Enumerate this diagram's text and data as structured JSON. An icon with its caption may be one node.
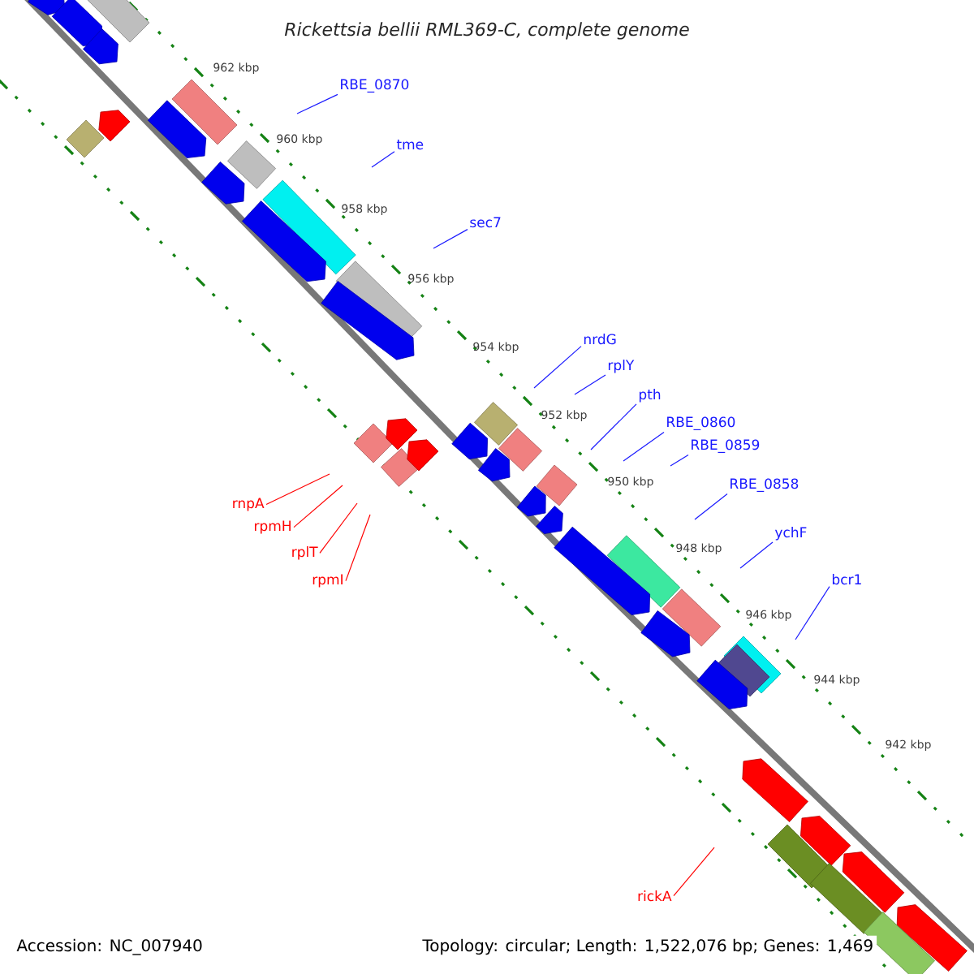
{
  "diagram": {
    "title": "Rickettsia bellii RML369-C, complete genome",
    "nodes": [
      {
        "text": [
          "RBE_0870"
        ]
      },
      {
        "text": [
          "tme"
        ]
      },
      {
        "text": [
          "sec7"
        ]
      },
      {
        "text": [
          "nrdG"
        ]
      },
      {
        "text": [
          "rplY"
        ]
      },
      {
        "text": [
          "pth"
        ]
      },
      {
        "text": [
          "RBE_0860"
        ]
      },
      {
        "text": [
          "RBE_0859"
        ]
      },
      {
        "text": [
          "RBE_0858"
        ]
      },
      {
        "text": [
          "ychF"
        ]
      },
      {
        "text": [
          "bcr1"
        ]
      },
      {
        "text": [
          "rnpA"
        ]
      },
      {
        "text": [
          "rpmH"
        ]
      },
      {
        "text": [
          "rplT"
        ]
      },
      {
        "text": [
          "rpmI"
        ]
      },
      {
        "text": [
          "rickA"
        ]
      }
    ],
    "edges": [
      {
        "from": 0,
        "to": null,
        "arrow": "none"
      },
      {
        "from": 1,
        "to": null,
        "arrow": "none"
      },
      {
        "from": 2,
        "to": null,
        "arrow": "none"
      },
      {
        "from": 3,
        "to": null,
        "arrow": "none"
      },
      {
        "from": 4,
        "to": null,
        "arrow": "none"
      },
      {
        "from": 5,
        "to": null,
        "arrow": "none"
      },
      {
        "from": 6,
        "to": null,
        "arrow": "none"
      },
      {
        "from": 7,
        "to": null,
        "arrow": "none"
      },
      {
        "from": 8,
        "to": null,
        "arrow": "none"
      },
      {
        "from": 9,
        "to": null,
        "arrow": "none"
      },
      {
        "from": 10,
        "to": null,
        "arrow": "none"
      },
      {
        "from": 11,
        "to": null,
        "arrow": "none",
        "color": "#ff0000"
      },
      {
        "from": 12,
        "to": null,
        "arrow": "none",
        "color": "#ff0000"
      },
      {
        "from": 13,
        "to": null,
        "arrow": "none",
        "color": "#ff0000"
      },
      {
        "from": 14,
        "to": null,
        "arrow": "none",
        "color": "#ff0000"
      },
      {
        "from": 15,
        "to": null,
        "arrow": "none",
        "color": "#ff0000"
      }
    ],
    "labels": [
      "962 kbp",
      "960 kbp",
      "958 kbp",
      "956 kbp",
      "954 kbp",
      "952 kbp",
      "950 kbp",
      "948 kbp",
      "946 kbp",
      "944 kbp",
      "942 kbp",
      "Accession: NC_007940",
      "Topology: circular; Length: 1,522,076 bp; Genes: 1,469"
    ]
  }
}
